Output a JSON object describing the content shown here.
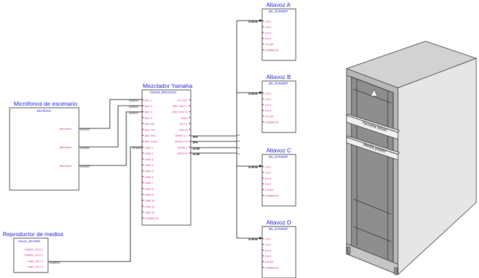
{
  "devices": {
    "mics": {
      "title": "Micrófonos de escenario",
      "subtitle": "Micrófonos",
      "ports": [
        "Micrófono",
        "Micrófono",
        "Micrófono"
      ],
      "wire_label": "XLR/XLF"
    },
    "player": {
      "title": "Reproductor de medios",
      "subtitle": "Denon_DN-300Z",
      "ports": [
        "TUNER_OUT 1",
        "TUNER_OUT 2",
        "LINE_OUT 1",
        "LINE_OUT 2"
      ],
      "wire_label": "RCA/RCA"
    },
    "mixer": {
      "title": "Mezclador Yamaha",
      "subtitle": "Yamaha_EMX312SC",
      "left_ports": [
        "MIC 1",
        "MIC 2",
        "MIC 3",
        "MIC 4",
        "MIC 5/6",
        "MIC 7/8",
        "MIC 9/10",
        "MIC 11/12",
        "LINE 1",
        "LINE 2",
        "LINE 3",
        "LINE 4",
        "LINE 5",
        "LINE 6",
        "LINE 7",
        "LINE 8",
        "LINE 9",
        "LINE 10",
        "LINE 11",
        "LINE 12",
        "POWER IN"
      ],
      "right_ports": [
        "FX OUT",
        "REC OUT L",
        "REC OUT R",
        "MON",
        "OUT L",
        "OUT R",
        "SPKR 1 L",
        "SPKR 1 R",
        "SPKR L",
        "SPKR R"
      ],
      "in_labels": [
        "XLR/XLF",
        "XLR/XLF",
        "XLR/XLF",
        "RCA/RCA"
      ],
      "out_labels": [
        "SPK",
        "SPK",
        "NL/NF",
        "NL/NF"
      ]
    },
    "speakers": [
      {
        "title": "Altavoz A",
        "subtitle": "JBL_EON206P",
        "ports": [
          "CH 1",
          "CH 2",
          "CH 3",
          "CH 4",
          "CH 5/6",
          "POWER IN"
        ],
        "wire_label": "XLR/XM"
      },
      {
        "title": "Altavoz B",
        "subtitle": "JBL_EON206P",
        "ports": [
          "CH 1",
          "CH 2",
          "CH 3",
          "CH 4",
          "CH 5/6",
          "POWER IN"
        ],
        "wire_label": "XLR/XM"
      },
      {
        "title": "Altavoz C",
        "subtitle": "JBL_EON206P",
        "ports": [
          "CH 1",
          "CH 2",
          "CH 3",
          "CH 4",
          "CH 5/6",
          "POWER IN"
        ],
        "wire_label": "XLR/XM"
      },
      {
        "title": "Altavoz D",
        "subtitle": "JBL_EON206P",
        "ports": [
          "CH 1",
          "CH 2",
          "CH 3",
          "CH 4",
          "CH 5/6",
          "POWER IN"
        ],
        "wire_label": "XLR/XM"
      }
    ]
  },
  "rack": {
    "mixer_label": "Yamaha Mixer",
    "player_label": "Media player"
  }
}
